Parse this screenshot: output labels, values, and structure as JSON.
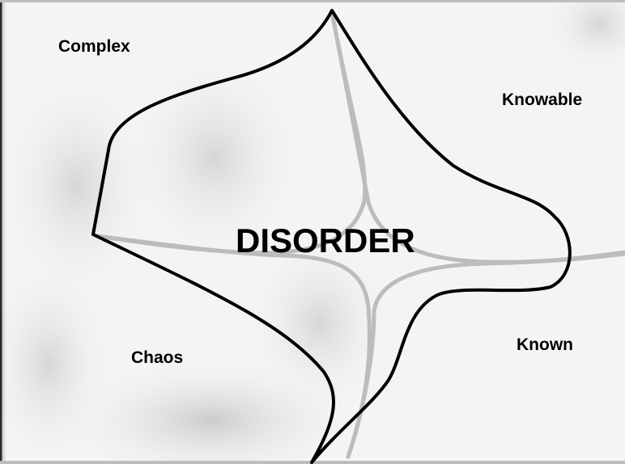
{
  "diagram": {
    "center_label": "DISORDER",
    "domains": {
      "top_left": "Complex",
      "top_right": "Knowable",
      "bottom_left": "Chaos",
      "bottom_right": "Known"
    }
  },
  "colors": {
    "boundary_stroke": "#000000",
    "axis_curves": "#bcbcbc",
    "background": "#f4f4f4"
  }
}
